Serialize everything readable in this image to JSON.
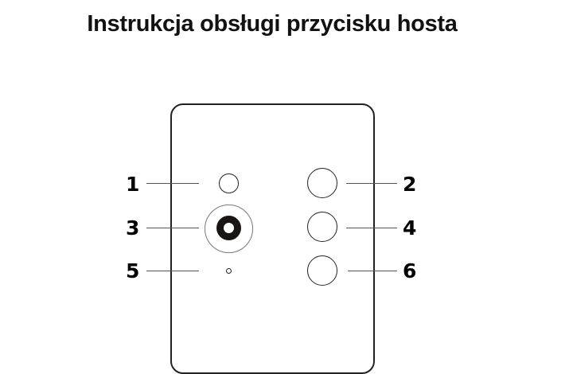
{
  "title": "Instrukcja obsługi przycisku hosta",
  "callouts": [
    {
      "number": "1",
      "component": "small-button"
    },
    {
      "number": "2",
      "component": "button"
    },
    {
      "number": "3",
      "component": "camera"
    },
    {
      "number": "4",
      "component": "button"
    },
    {
      "number": "5",
      "component": "microphone"
    },
    {
      "number": "6",
      "component": "button"
    }
  ],
  "colors": {
    "stroke": "#222222",
    "leader_line": "#555555",
    "background": "#ffffff"
  }
}
